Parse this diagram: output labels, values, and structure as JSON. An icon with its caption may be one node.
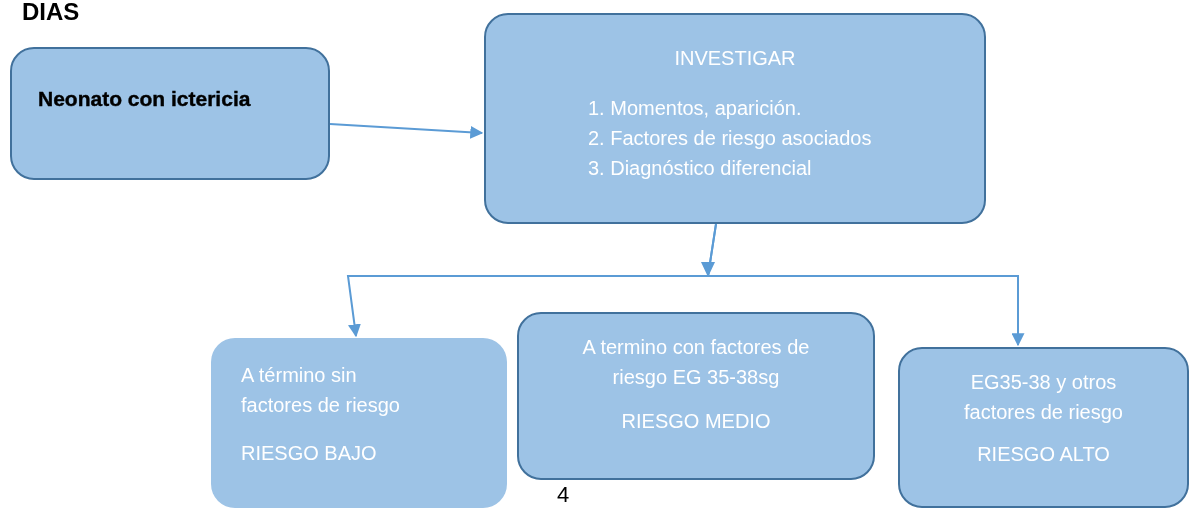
{
  "diagram": {
    "title": "DIAS",
    "nodes": [
      {
        "text": [
          "Neonato con ictericia"
        ]
      },
      {
        "text": [
          "INVESTIGAR",
          "1. Momentos, aparición.",
          "2. Factores de riesgo asociados",
          "3. Diagnóstico diferencial"
        ]
      },
      {
        "text": [
          "A término sin factores de riesgo",
          "RIESGO BAJO"
        ]
      },
      {
        "text": [
          "A termino con factores de riesgo EG 35-38sg",
          "RIESGO MEDIO"
        ]
      },
      {
        "text": [
          "EG35-38 y otros factores de riesgo",
          "RIESGO ALTO"
        ]
      }
    ],
    "edges": [
      {
        "from": 0,
        "to": 1,
        "arrow": "to"
      },
      {
        "from": 1,
        "to": 2,
        "arrow": "to"
      },
      {
        "from": 1,
        "to": 4,
        "arrow": "to"
      }
    ],
    "labels": [
      "4"
    ]
  }
}
